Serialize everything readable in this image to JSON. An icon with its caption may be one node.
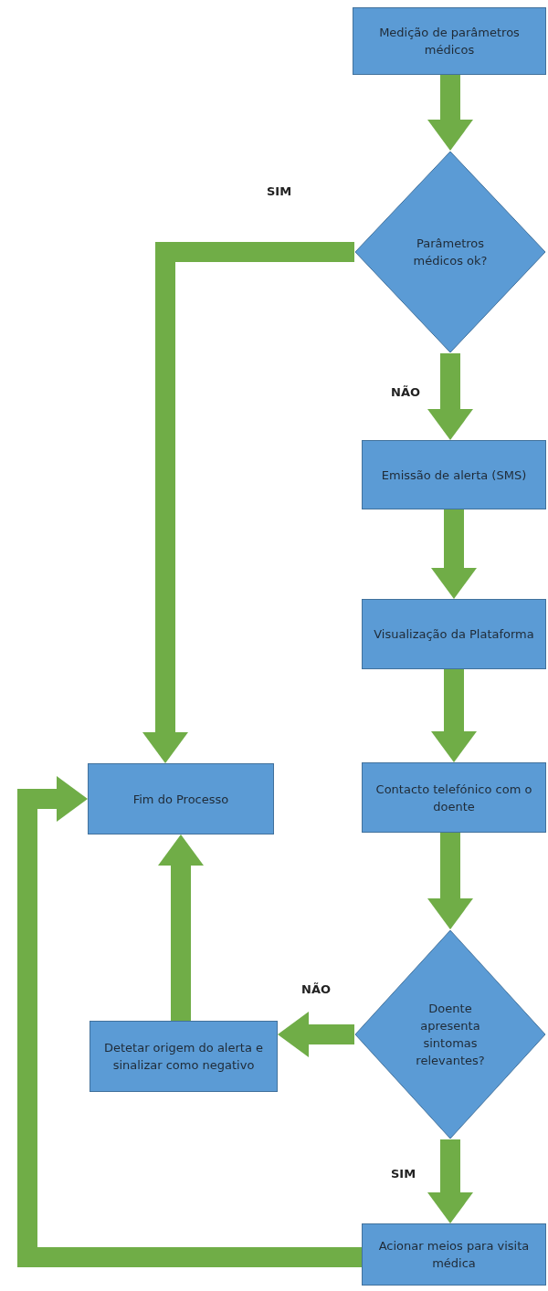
{
  "diagram": {
    "nodes": [
      {
        "text": [
          "Medição de parâmetros médicos"
        ]
      },
      {
        "text": [
          "Parâmetros médicos ok?"
        ]
      },
      {
        "text": [
          "Emissão de alerta (SMS)"
        ]
      },
      {
        "text": [
          "Visualização da Plataforma"
        ]
      },
      {
        "text": [
          "Contacto telefónico com o doente"
        ]
      },
      {
        "text": [
          "Fim do Processo"
        ]
      },
      {
        "text": [
          "Doente apresenta sintomas relevantes?"
        ]
      },
      {
        "text": [
          "Detetar origem do alerta e sinalizar como negativo"
        ]
      },
      {
        "text": [
          "Acionar meios para visita médica"
        ]
      }
    ],
    "edges": [
      {
        "from": 0,
        "to": 1,
        "arrow": "to"
      },
      {
        "from": 1,
        "to": 2,
        "arrow": "to",
        "label": "NÃO"
      },
      {
        "from": 1,
        "to": 5,
        "arrow": "to",
        "label": "SIM"
      },
      {
        "from": 2,
        "to": 3,
        "arrow": "to"
      },
      {
        "from": 3,
        "to": 4,
        "arrow": "to"
      },
      {
        "from": 4,
        "to": 6,
        "arrow": "to"
      },
      {
        "from": 6,
        "to": 7,
        "arrow": "to",
        "label": "NÃO"
      },
      {
        "from": 6,
        "to": 8,
        "arrow": "to",
        "label": "SIM"
      },
      {
        "from": 7,
        "to": 5,
        "arrow": "to"
      },
      {
        "from": 8,
        "to": 5,
        "arrow": "to"
      }
    ]
  }
}
